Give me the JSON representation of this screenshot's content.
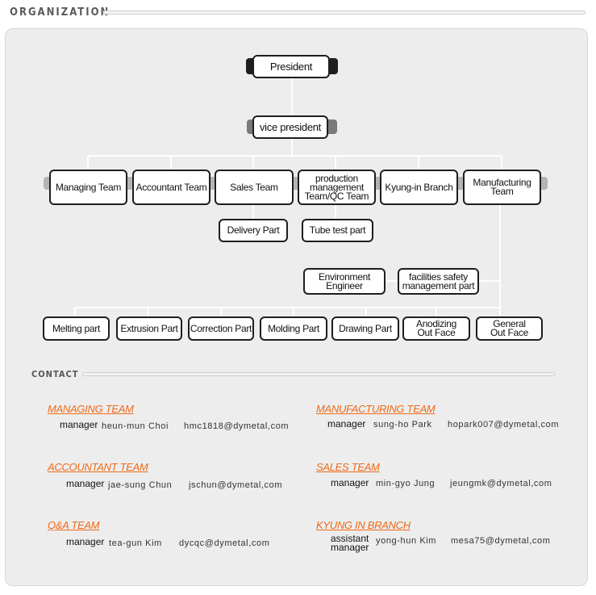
{
  "headings": {
    "organization": "ORGANIZATION",
    "contact": "CONTACT"
  },
  "org": {
    "president": "President",
    "vice_president": "vice president",
    "teams": {
      "managing": "Managing Team",
      "accountant": "Accountant Team",
      "sales": "Sales Team",
      "production": "production\nmanagement\nTeam/QC Team",
      "kyung_in": "Kyung-in Branch",
      "manufacturing": "Manufacturing\nTeam"
    },
    "sub": {
      "delivery": "Delivery Part",
      "tube_test": "Tube test part"
    },
    "support": {
      "environment": "Environment\nEngineer",
      "facilities": "facilities safety\nmanagement part"
    },
    "parts": {
      "melting": "Melting part",
      "extrusion": "Extrusion Part",
      "correction": "Correction Part",
      "molding": "Molding Part",
      "drawing": "Drawing Part",
      "anodizing": "Anodizing\nOut Face",
      "general": "General\nOut Face"
    },
    "colors": {
      "border": "#1e1e1e",
      "connector": "#ffffff",
      "cap_gray": "#7a7a7a",
      "cap_light": "#b4b4b4"
    }
  },
  "contacts": [
    {
      "team": "MANAGING TEAM",
      "role": "manager",
      "name": "heun-mun Choi",
      "email": "hmc1818@dymetal,com"
    },
    {
      "team": "MANUFACTURING TEAM",
      "role": "manager",
      "name": "sung-ho Park",
      "email": "hopark007@dymetal,com"
    },
    {
      "team": "ACCOUNTANT TEAM",
      "role": "manager",
      "name": "jae-sung Chun",
      "email": "jschun@dymetal,com"
    },
    {
      "team": "SALES TEAM",
      "role": "manager",
      "name": "min-gyo Jung",
      "email": "jeungmk@dymetal,com"
    },
    {
      "team": "Q&A TEAM",
      "role": "manager",
      "name": "tea-gun Kim",
      "email": "dycqc@dymetal,com"
    },
    {
      "team": "KYUNG IN BRANCH",
      "role": "assistant\nmanager",
      "name": "yong-hun Kim",
      "email": "mesa75@dymetal,com"
    }
  ],
  "accent_color": "#ee6a17"
}
